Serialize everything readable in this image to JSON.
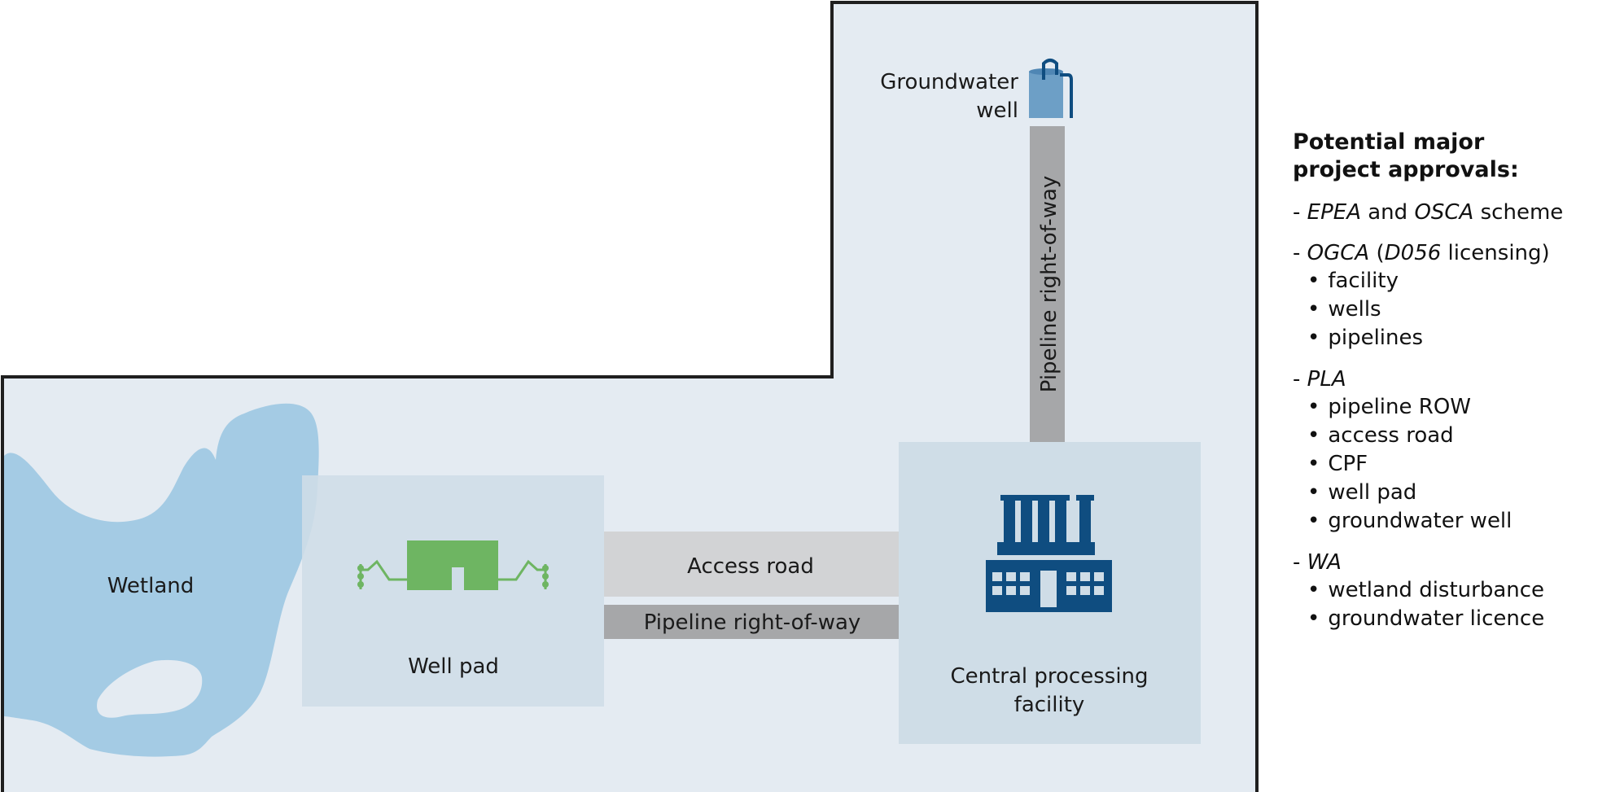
{
  "labels": {
    "wetland": "Wetland",
    "well_pad": "Well pad",
    "access_road": "Access road",
    "pipeline_row_horizontal": "Pipeline right-of-way",
    "pipeline_row_vertical": "Pipeline right-of-way",
    "cpf_line1": "Central processing",
    "cpf_line2": "facility",
    "gw_line1": "Groundwater",
    "gw_line2": "well"
  },
  "icons": {
    "well_pad": "oil-pumpjack-icon",
    "cpf": "factory-icon",
    "groundwater_well": "water-tank-icon"
  },
  "colors": {
    "site_background": "#e4ebf2",
    "site_border": "#1f1f1f",
    "wetland": "#a4cbe4",
    "pad": "#cfdde7",
    "road": "#d2d3d5",
    "pipeline": "#a6a7a9",
    "well_pad_icon": "#6eb562",
    "factory": "#0f4d80",
    "tank": "#6d9fc6"
  },
  "approvals": {
    "title_line1": "Potential major",
    "title_line2": "project approvals:",
    "epea": {
      "dash": "- ",
      "a": "EPEA",
      "b": " and ",
      "c": "OSCA",
      "d": " scheme"
    },
    "ogca": {
      "dash": "- ",
      "a": "OGCA",
      "b": " (",
      "c": "D056",
      "d": " licensing)",
      "items": [
        "facility",
        "wells",
        "pipelines"
      ]
    },
    "pla": {
      "dash": "- ",
      "a": "PLA",
      "items": [
        "pipeline ROW",
        "access road",
        "CPF",
        "well pad",
        "groundwater well"
      ]
    },
    "wa": {
      "dash": "- ",
      "a": "WA",
      "items": [
        "wetland disturbance",
        "groundwater licence"
      ]
    }
  }
}
